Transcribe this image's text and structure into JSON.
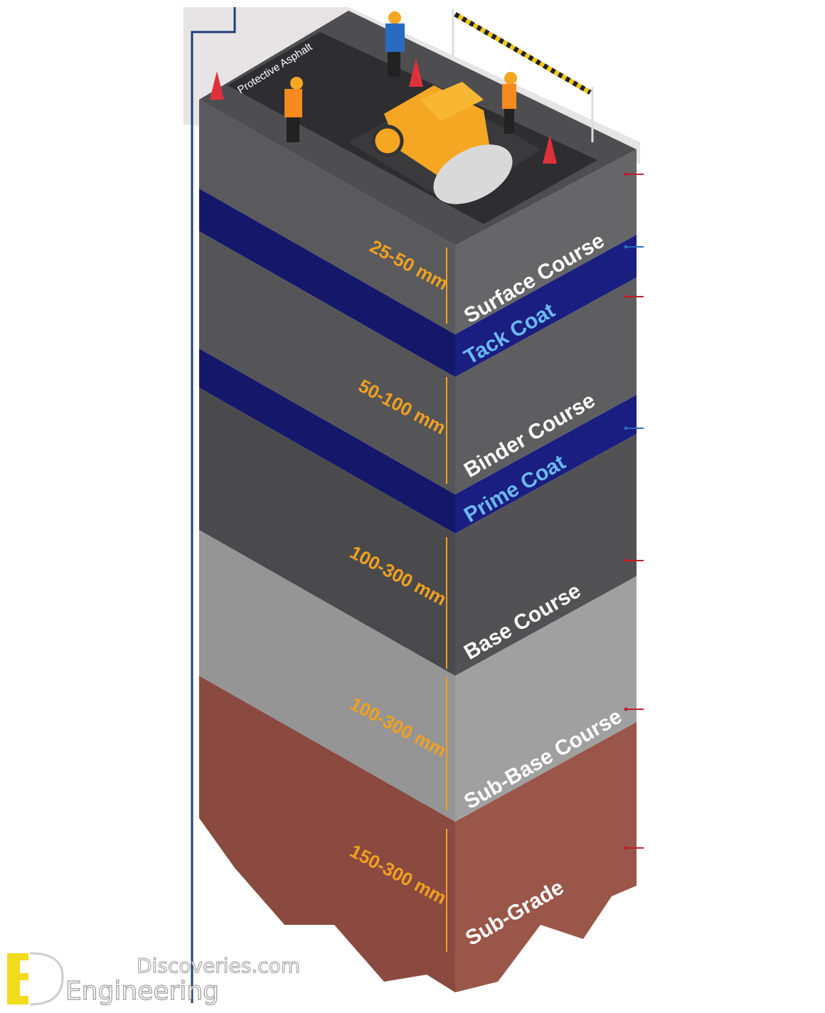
{
  "top_label": "Protective Asphalt",
  "layers": [
    {
      "name": "Surface Course",
      "thickness": "25-50 mm",
      "color": "#5a5a5c"
    },
    {
      "name": "Tack Coat",
      "color": "#15186a"
    },
    {
      "name": "Binder Course",
      "thickness": "50-100 mm",
      "color": "#525254"
    },
    {
      "name": "Prime Coat",
      "color": "#15186a"
    },
    {
      "name": "Base Course",
      "thickness": "100-300 mm",
      "color": "#4a4a4c"
    },
    {
      "name": "Sub-Base Course",
      "thickness": "100-300 mm",
      "color": "#8c8c8c"
    },
    {
      "name": "Sub-Grade",
      "thickness": "150-300 mm",
      "color": "#8a4a40"
    }
  ],
  "logo": {
    "line1": "Discoveries.com",
    "line2": "Engineering",
    "mark": "ED"
  },
  "colors": {
    "accent_dim": "#f0a020",
    "leader_line": "#1f3d78",
    "marker_red": "#c0202a",
    "marker_blue": "#2a6ac0"
  }
}
